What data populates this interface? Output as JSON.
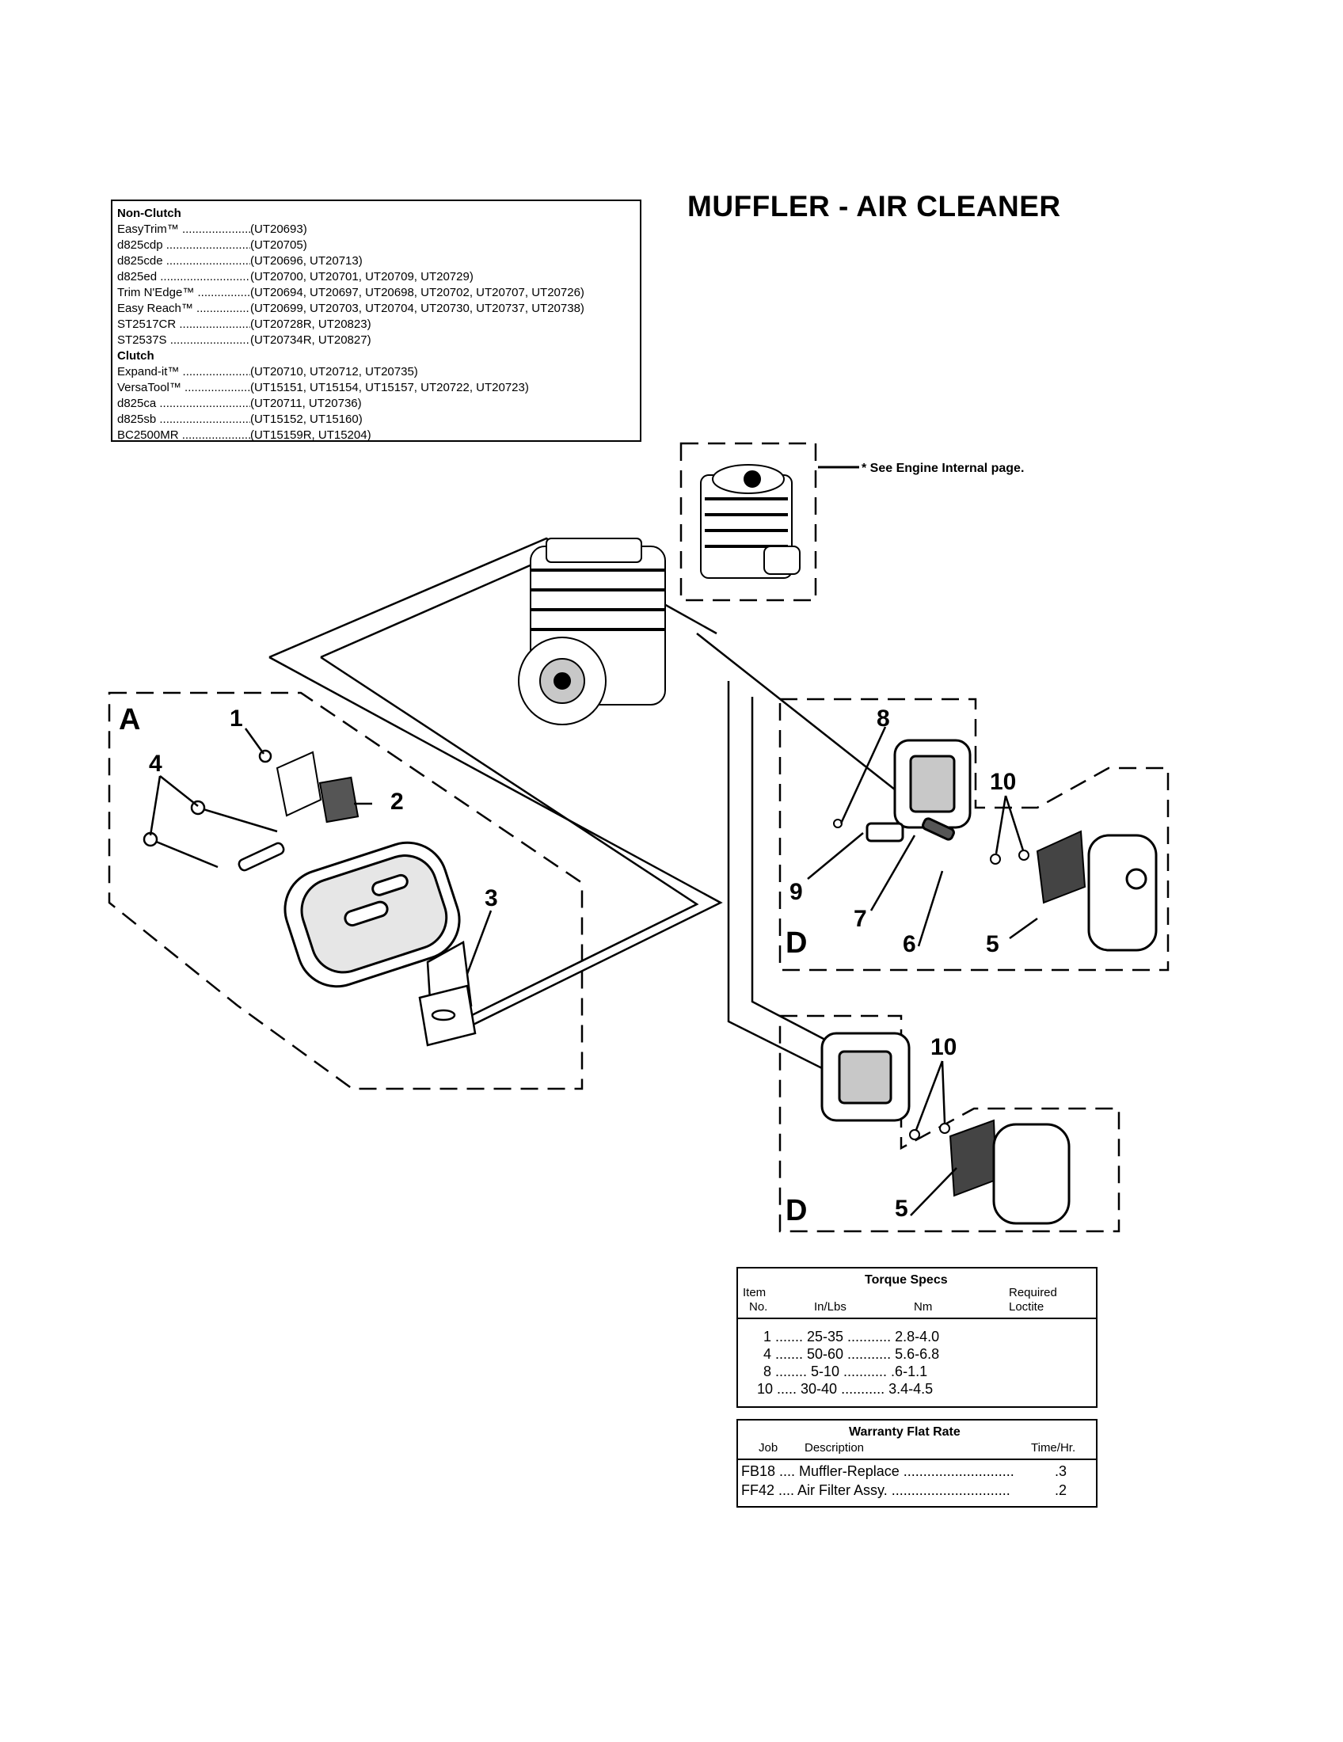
{
  "title": "MUFFLER - AIR CLEANER",
  "model_box": {
    "non_clutch_heading": "Non-Clutch",
    "non_clutch": [
      {
        "name": "EasyTrim™",
        "codes": "(UT20693)"
      },
      {
        "name": "d825cdp",
        "codes": "(UT20705)"
      },
      {
        "name": "d825cde",
        "codes": "(UT20696, UT20713)"
      },
      {
        "name": "d825ed",
        "codes": "(UT20700, UT20701, UT20709, UT20729)"
      },
      {
        "name": "Trim N'Edge™",
        "codes": "(UT20694, UT20697, UT20698, UT20702, UT20707, UT20726)"
      },
      {
        "name": "Easy Reach™",
        "codes": "(UT20699, UT20703, UT20704, UT20730, UT20737, UT20738)"
      },
      {
        "name": "ST2517CR",
        "codes": "(UT20728R, UT20823)"
      },
      {
        "name": "ST2537S",
        "codes": "(UT20734R, UT20827)"
      }
    ],
    "clutch_heading": "Clutch",
    "clutch": [
      {
        "name": "Expand-it™",
        "codes": "(UT20710, UT20712, UT20735)"
      },
      {
        "name": "VersaTool™",
        "codes": "(UT15151, UT15154, UT15157, UT20722, UT20723)"
      },
      {
        "name": "d825ca",
        "codes": "(UT20711, UT20736)"
      },
      {
        "name": "d825sb",
        "codes": "(UT15152, UT15160)"
      },
      {
        "name": "BC2500MR",
        "codes": "(UT15159R, UT15204)"
      }
    ]
  },
  "see_note": "* See Engine Internal page.",
  "labels": {
    "A": "A",
    "D_top": "D",
    "D_bottom": "D",
    "n1": "1",
    "n2": "2",
    "n3": "3",
    "n4": "4",
    "n5_top": "5",
    "n5_bottom": "5",
    "n6": "6",
    "n7": "7",
    "n8": "8",
    "n9": "9",
    "n10_top": "10",
    "n10_bottom": "10"
  },
  "torque_specs": {
    "title": "Torque Specs",
    "col_item": [
      "Item",
      "No."
    ],
    "col_inlbs": "In/Lbs",
    "col_nm": "Nm",
    "col_loctite": [
      "Required",
      "Loctite"
    ],
    "rows": [
      "1 ....... 25-35 ........... 2.8-4.0",
      "4 ....... 50-60 ........... 5.6-6.8",
      "8 ........ 5-10 ...........  .6-1.1",
      "10 ..... 30-40 ........... 3.4-4.5"
    ]
  },
  "warranty": {
    "title": "Warranty Flat Rate",
    "col_job": "Job",
    "col_desc": "Description",
    "col_time": "Time/Hr.",
    "rows": [
      {
        "text": "FB18 .... Muffler-Replace ............................",
        "time": ".3"
      },
      {
        "text": "FF42 .... Air Filter Assy. ..............................",
        "time": ".2"
      }
    ]
  },
  "colors": {
    "ink": "#000000",
    "paper": "#ffffff",
    "fill_gray": "#c8c8c8"
  }
}
